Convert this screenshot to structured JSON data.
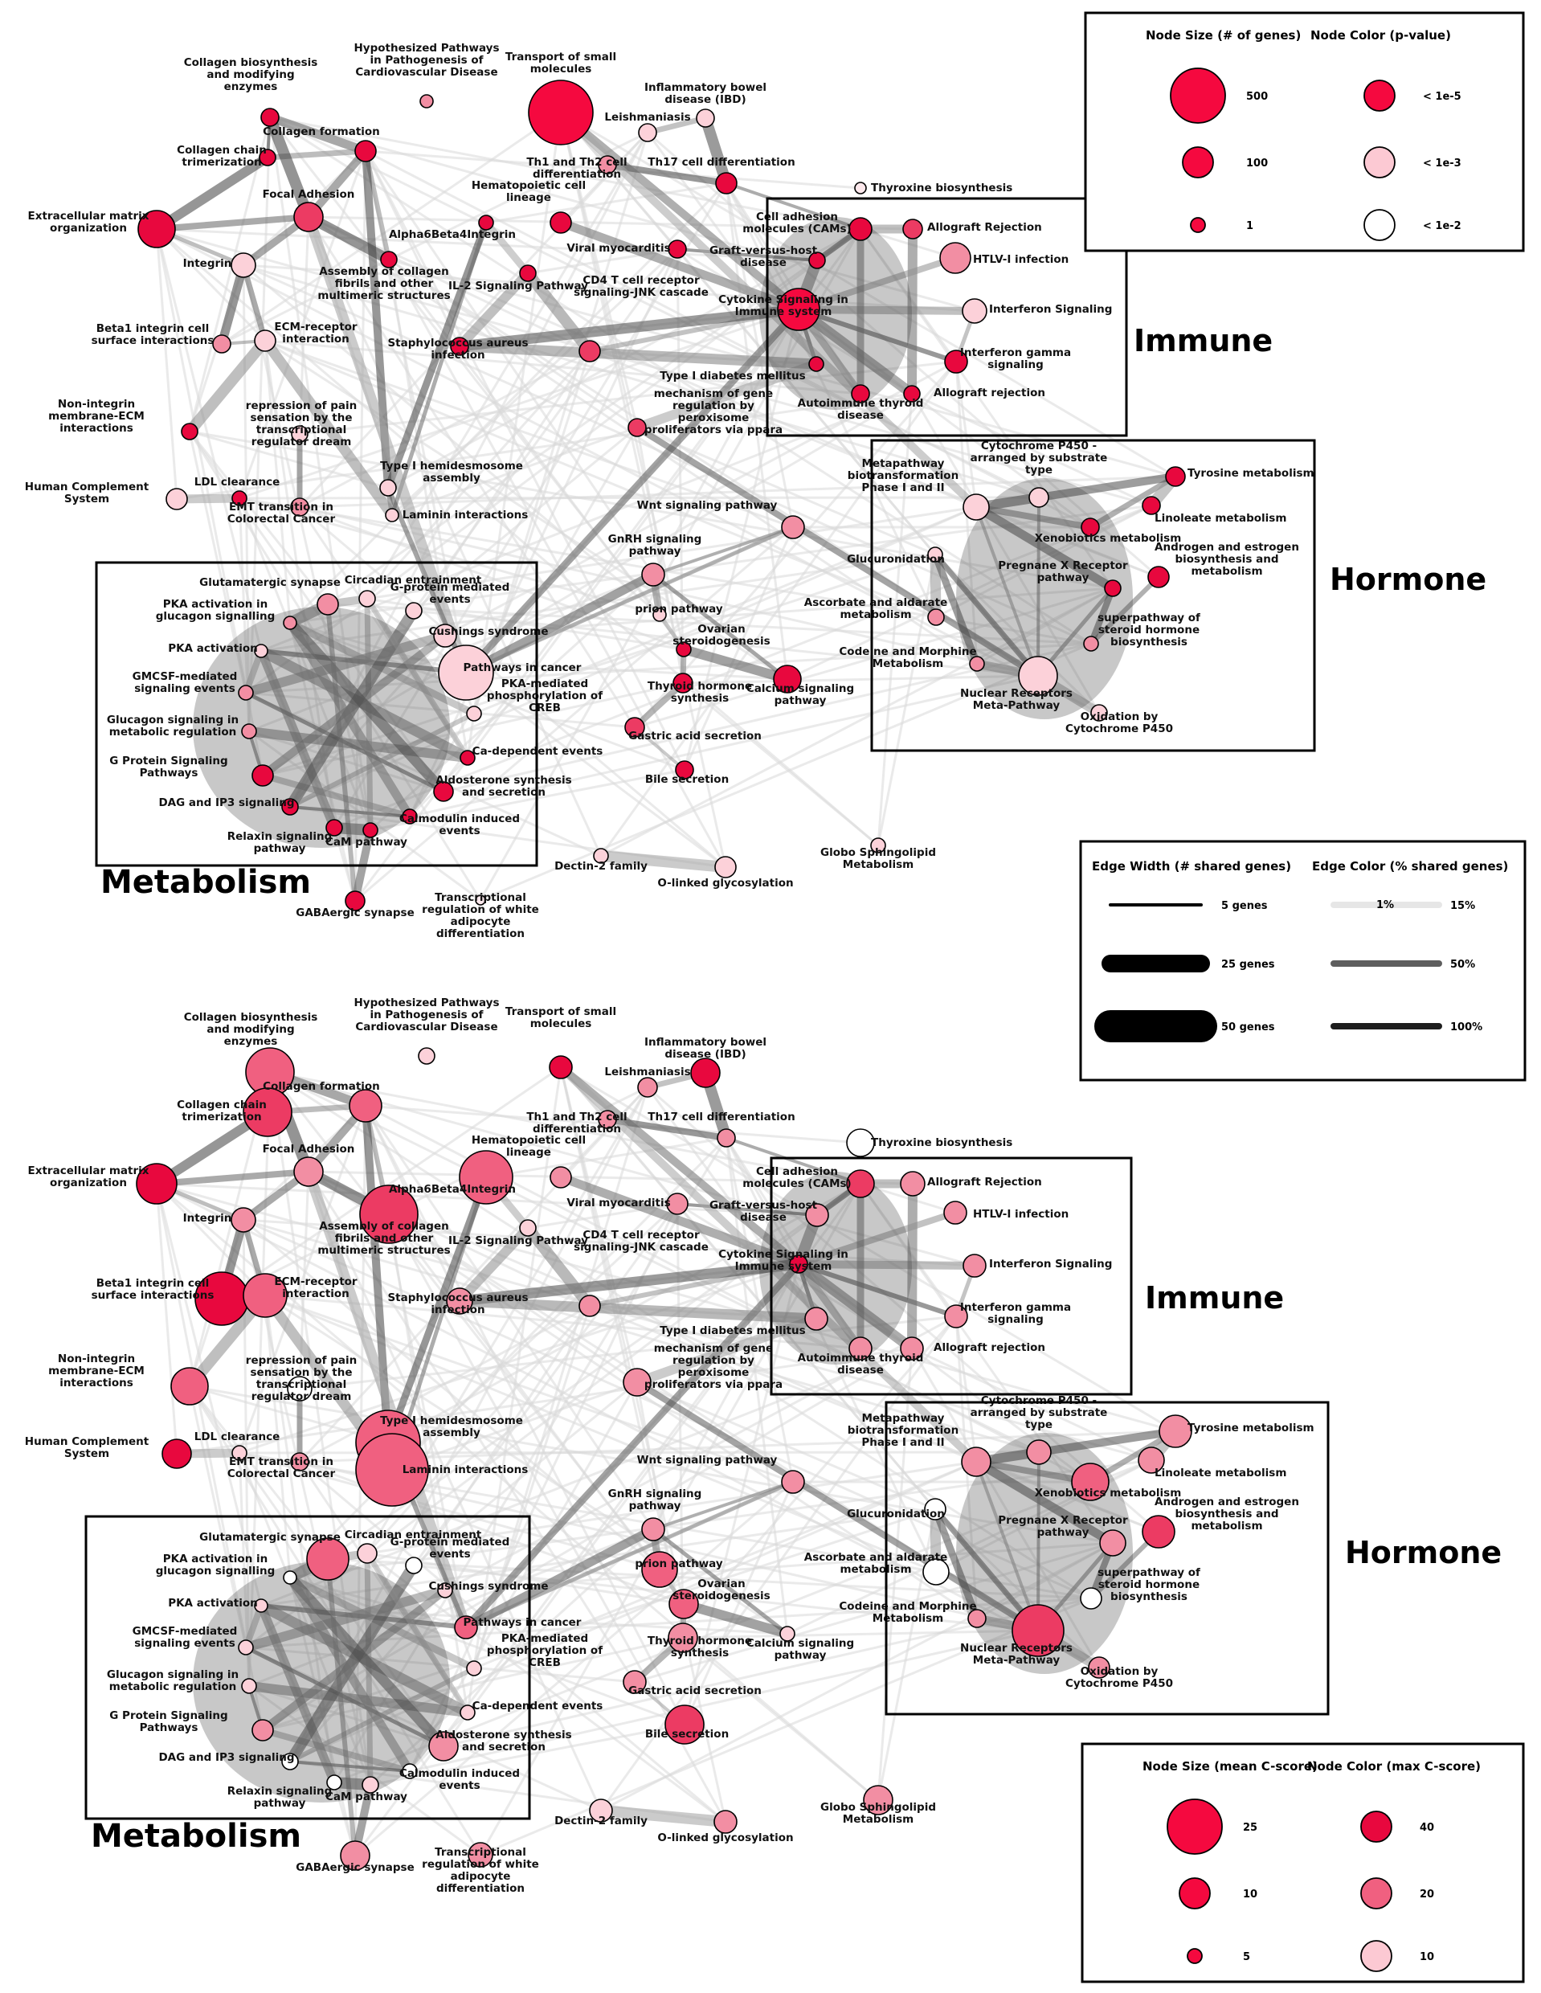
{
  "nodes": [
    {
      "key": "collagen_biosynth",
      "label": "Collagen biosynthesis\nand modifying\nenzymes"
    },
    {
      "key": "hypothesized",
      "label": "Hypothesized Pathways\nin Pathogenesis of\nCardiovascular Disease"
    },
    {
      "key": "transport",
      "label": "Transport of small\nmolecules"
    },
    {
      "key": "ibd",
      "label": "Inflammatory bowel\ndisease (IBD)"
    },
    {
      "key": "collagen_formation",
      "label": "Collagen formation"
    },
    {
      "key": "collagen_chain",
      "label": "Collagen chain\ntrimerization"
    },
    {
      "key": "leishmaniasis",
      "label": "Leishmaniasis"
    },
    {
      "key": "th1th2",
      "label": "Th1 and Th2 cell\ndifferentiation"
    },
    {
      "key": "th17",
      "label": "Th17 cell differentiation"
    },
    {
      "key": "thyroxine",
      "label": "Thyroxine biosynthesis"
    },
    {
      "key": "focal_adhesion",
      "label": "Focal Adhesion"
    },
    {
      "key": "hematopoietic",
      "label": "Hematopoietic cell\nlineage"
    },
    {
      "key": "ecm_org",
      "label": "Extracellular matrix\norganization"
    },
    {
      "key": "alpha6beta4",
      "label": "Alpha6Beta4Integrin"
    },
    {
      "key": "cams",
      "label": "Cell adhesion\nmolecules (CAMs)"
    },
    {
      "key": "allograft_rej1",
      "label": "Allograft Rejection"
    },
    {
      "key": "viral_myo",
      "label": "Viral myocarditis"
    },
    {
      "key": "gvhd",
      "label": "Graft-versus-host\ndisease"
    },
    {
      "key": "integrin",
      "label": "Integrin"
    },
    {
      "key": "htlv",
      "label": "HTLV-I infection"
    },
    {
      "key": "assembly_collagen",
      "label": "Assembly of collagen\nfibrils and other\nmultimeric structures"
    },
    {
      "key": "il2",
      "label": "IL-2 Signaling Pathway"
    },
    {
      "key": "cytokine",
      "label": "Cytokine Signaling in\nImmune system"
    },
    {
      "key": "interferon",
      "label": "Interferon Signaling"
    },
    {
      "key": "cd4",
      "label": "CD4 T cell receptor\nsignaling-JNK cascade"
    },
    {
      "key": "beta1",
      "label": "Beta1 integrin cell\nsurface interactions"
    },
    {
      "key": "ecm_receptor",
      "label": "ECM-receptor\ninteraction"
    },
    {
      "key": "staph",
      "label": "Staphylococcus aureus\ninfection"
    },
    {
      "key": "ifn_gamma",
      "label": "Interferon gamma\nsignaling"
    },
    {
      "key": "t1d",
      "label": "Type I diabetes mellitus"
    },
    {
      "key": "allograft_rej2",
      "label": "Allograft rejection"
    },
    {
      "key": "autoimmune_thyroid",
      "label": "Autoimmune thyroid\ndisease"
    },
    {
      "key": "non_integrin",
      "label": "Non-integrin\nmembrane-ECM\ninteractions"
    },
    {
      "key": "repression_pain",
      "label": "repression of pain\nsensation by the\ntranscriptional\nregulator dream"
    },
    {
      "key": "ppara",
      "label": "mechanism of gene\nregulation by\nperoxisome\nproliferators via ppara"
    },
    {
      "key": "human_complement",
      "label": "Human Complement\nSystem"
    },
    {
      "key": "ldl",
      "label": "LDL clearance"
    },
    {
      "key": "hemidesmosome",
      "label": "Type I hemidesmosome\nassembly"
    },
    {
      "key": "emt",
      "label": "EMT transition in\nColorectal Cancer"
    },
    {
      "key": "laminin",
      "label": "Laminin interactions"
    },
    {
      "key": "wnt",
      "label": "Wnt signaling pathway"
    },
    {
      "key": "cyp450_sub",
      "label": "Cytochrome P450 -\narranged by substrate\ntype"
    },
    {
      "key": "metapathway",
      "label": "Metapathway\nbiotransformation\nPhase I and II"
    },
    {
      "key": "tyrosine",
      "label": "Tyrosine metabolism"
    },
    {
      "key": "linoleate",
      "label": "Linoleate metabolism"
    },
    {
      "key": "xenobiotics",
      "label": "Xenobiotics metabolism"
    },
    {
      "key": "pxr",
      "label": "Pregnane X Receptor\npathway"
    },
    {
      "key": "androgen",
      "label": "Androgen and estrogen\nbiosynthesis and\nmetabolism"
    },
    {
      "key": "glucuronidation",
      "label": "Glucuronidation"
    },
    {
      "key": "ascorbate",
      "label": "Ascorbate and aldarate\nmetabolism"
    },
    {
      "key": "superpathway",
      "label": "superpathway of\nsteroid hormone\nbiosynthesis"
    },
    {
      "key": "codeine",
      "label": "Codeine and Morphine\nMetabolism"
    },
    {
      "key": "nuclear_rec",
      "label": "Nuclear Receptors\nMeta-Pathway"
    },
    {
      "key": "oxidation_cyp",
      "label": "Oxidation by\nCytochrome P450"
    },
    {
      "key": "gnrh",
      "label": "GnRH signaling\npathway"
    },
    {
      "key": "glutamatergic",
      "label": "Glutamatergic synapse"
    },
    {
      "key": "circadian",
      "label": "Circadian entrainment"
    },
    {
      "key": "gprotein_mediated",
      "label": "G-protein mediated\nevents"
    },
    {
      "key": "pka_glucagon",
      "label": "PKA activation in\nglucagon signalling"
    },
    {
      "key": "prion",
      "label": "prion pathway"
    },
    {
      "key": "cushings",
      "label": "Cushings syndrome"
    },
    {
      "key": "ovarian",
      "label": "Ovarian\nsteroidogenesis"
    },
    {
      "key": "pka_activation",
      "label": "PKA activation"
    },
    {
      "key": "pathways_cancer",
      "label": "Pathways in cancer"
    },
    {
      "key": "gmcsf",
      "label": "GMCSF-mediated\nsignaling events"
    },
    {
      "key": "pka_creb",
      "label": "PKA-mediated\nphosphorylation of\nCREB"
    },
    {
      "key": "thyroid_hormone",
      "label": "Thyroid hormone\nsynthesis"
    },
    {
      "key": "calcium",
      "label": "Calcium signaling\npathway"
    },
    {
      "key": "glucagon_metab",
      "label": "Glucagon signaling in\nmetabolic regulation"
    },
    {
      "key": "gastric",
      "label": "Gastric acid secretion"
    },
    {
      "key": "ca_dependent",
      "label": "Ca-dependent events"
    },
    {
      "key": "gprotein_pathways",
      "label": "G Protein Signaling\nPathways"
    },
    {
      "key": "bile",
      "label": "Bile secretion"
    },
    {
      "key": "aldosterone",
      "label": "Aldosterone synthesis\nand secretion"
    },
    {
      "key": "dag_ip3",
      "label": "DAG and IP3 signaling"
    },
    {
      "key": "calmodulin",
      "label": "Calmodulin induced\nevents"
    },
    {
      "key": "camp",
      "label": "CaM pathway"
    },
    {
      "key": "relaxin",
      "label": "Relaxin signaling\npathway"
    },
    {
      "key": "dectin2",
      "label": "Dectin-2 family"
    },
    {
      "key": "o_linked",
      "label": "O-linked glycosylation"
    },
    {
      "key": "globo",
      "label": "Globo Sphingolipid\nMetabolism"
    },
    {
      "key": "gabaergic",
      "label": "GABAergic synapse"
    },
    {
      "key": "transcriptional_adipocyte",
      "label": "Transcriptional\nregulation of white\nadipocyte\ndifferentiation"
    }
  ],
  "top_panel": {
    "node_colors": {
      "collagen_biosynth": "#e8083e",
      "hypothesized": "#f28ea3",
      "transport": "#f5093f",
      "ibd": "#fcd1d9",
      "collagen_formation": "#e8083e",
      "collagen_chain": "#e8083e",
      "leishmaniasis": "#fcd1d9",
      "th1th2": "#f28ea3",
      "th17": "#e8083e",
      "thyroxine": "#fde8ec",
      "focal_adhesion": "#ec3b63",
      "hematopoietic": "#e8083e",
      "ecm_org": "#e8083e",
      "alpha6beta4": "#e8083e",
      "cams": "#e8083e",
      "allograft_rej1": "#ec3b63",
      "viral_myo": "#e8083e",
      "gvhd": "#e8083e",
      "integrin": "#fcd1d9",
      "htlv": "#f28ea3",
      "assembly_collagen": "#e8083e",
      "il2": "#e8083e",
      "cytokine": "#f5093f",
      "interferon": "#fcd1d9",
      "cd4": "#ec3b63",
      "beta1": "#f28ea3",
      "ecm_receptor": "#fcd1d9",
      "staph": "#e8083e",
      "ifn_gamma": "#e8083e",
      "t1d": "#e8083e",
      "allograft_rej2": "#e8083e",
      "autoimmune_thyroid": "#e8083e",
      "non_integrin": "#e8083e",
      "repression_pain": "#fcd1d9",
      "ppara": "#ec3b63",
      "human_complement": "#fcd1d9",
      "ldl": "#e8083e",
      "hemidesmosome": "#fcd1d9",
      "emt": "#f28ea3",
      "laminin": "#fcd1d9",
      "wnt": "#f28ea3",
      "cyp450_sub": "#fcd1d9",
      "metapathway": "#fcd1d9",
      "tyrosine": "#e8083e",
      "linoleate": "#e8083e",
      "xenobiotics": "#e8083e",
      "pxr": "#e8083e",
      "androgen": "#e8083e",
      "glucuronidation": "#fcd1d9",
      "ascorbate": "#f28ea3",
      "superpathway": "#f28ea3",
      "codeine": "#f28ea3",
      "nuclear_rec": "#fcd1d9",
      "oxidation_cyp": "#fcd1d9",
      "gnrh": "#f28ea3",
      "glutamatergic": "#f28ea3",
      "circadian": "#fcd1d9",
      "gprotein_mediated": "#fcd1d9",
      "pka_glucagon": "#f28ea3",
      "prion": "#fcd1d9",
      "cushings": "#fcd1d9",
      "ovarian": "#e8083e",
      "pka_activation": "#fcd1d9",
      "pathways_cancer": "#fcd1d9",
      "gmcsf": "#f28ea3",
      "pka_creb": "#fcd1d9",
      "thyroid_hormone": "#e8083e",
      "calcium": "#e8083e",
      "glucagon_metab": "#f28ea3",
      "gastric": "#ec3b63",
      "ca_dependent": "#e8083e",
      "gprotein_pathways": "#e8083e",
      "bile": "#e8083e",
      "aldosterone": "#e8083e",
      "dag_ip3": "#e8083e",
      "calmodulin": "#e8083e",
      "camp": "#e8083e",
      "relaxin": "#e8083e",
      "dectin2": "#fcd1d9",
      "o_linked": "#fcd1d9",
      "globo": "#fcd1d9",
      "gabaergic": "#e8083e",
      "transcriptional_adipocyte": "#fde8ec"
    },
    "legend": {
      "size_title": "Node Size (# of genes)",
      "color_title": "Node Color (p-value)",
      "size_items": [
        "500",
        "100",
        "1"
      ],
      "color_items": [
        {
          "label": "< 1e-5",
          "color": "#f5093f"
        },
        {
          "label": "< 1e-3",
          "color": "#fcc9d3"
        },
        {
          "label": "< 1e-2",
          "color": "#ffffff"
        }
      ]
    },
    "regions": [
      "Immune",
      "Hormone",
      "Metabolism"
    ]
  },
  "bottom_panel": {
    "node_colors": {
      "collagen_biosynth": "#f06080",
      "hypothesized": "#fcd1d9",
      "transport": "#e8083e",
      "ibd": "#e8083e",
      "collagen_formation": "#f06080",
      "collagen_chain": "#ec3b63",
      "leishmaniasis": "#f28ea3",
      "th1th2": "#f28ea3",
      "th17": "#f28ea3",
      "thyroxine": "#ffffff",
      "focal_adhesion": "#f28ea3",
      "hematopoietic": "#f28ea3",
      "ecm_org": "#e8083e",
      "alpha6beta4": "#f06080",
      "cams": "#ec3b63",
      "allograft_rej1": "#f28ea3",
      "viral_myo": "#f28ea3",
      "gvhd": "#f28ea3",
      "integrin": "#f28ea3",
      "htlv": "#f28ea3",
      "assembly_collagen": "#ec3b63",
      "il2": "#fcd1d9",
      "cytokine": "#e8083e",
      "interferon": "#f28ea3",
      "cd4": "#f28ea3",
      "beta1": "#e8083e",
      "ecm_receptor": "#f06080",
      "staph": "#f28ea3",
      "ifn_gamma": "#f28ea3",
      "t1d": "#f28ea3",
      "allograft_rej2": "#f28ea3",
      "autoimmune_thyroid": "#f28ea3",
      "non_integrin": "#f06080",
      "repression_pain": "#ffffff",
      "ppara": "#f28ea3",
      "human_complement": "#e8083e",
      "ldl": "#fcd1d9",
      "hemidesmosome": "#f06080",
      "emt": "#f28ea3",
      "laminin": "#f06080",
      "wnt": "#f28ea3",
      "cyp450_sub": "#f28ea3",
      "metapathway": "#f28ea3",
      "tyrosine": "#f28ea3",
      "linoleate": "#f28ea3",
      "xenobiotics": "#f06080",
      "pxr": "#f28ea3",
      "androgen": "#ec3b63",
      "glucuronidation": "#ffffff",
      "ascorbate": "#ffffff",
      "superpathway": "#ffffff",
      "codeine": "#f28ea3",
      "nuclear_rec": "#ec3b63",
      "oxidation_cyp": "#f28ea3",
      "gnrh": "#f28ea3",
      "glutamatergic": "#f06080",
      "circadian": "#fcd1d9",
      "gprotein_mediated": "#ffffff",
      "pka_glucagon": "#ffffff",
      "prion": "#f06080",
      "cushings": "#fcd1d9",
      "ovarian": "#f06080",
      "pka_activation": "#fcd1d9",
      "pathways_cancer": "#f06080",
      "gmcsf": "#fcd1d9",
      "pka_creb": "#fcd1d9",
      "thyroid_hormone": "#f28ea3",
      "calcium": "#fcd1d9",
      "glucagon_metab": "#fcd1d9",
      "gastric": "#f28ea3",
      "ca_dependent": "#fcd1d9",
      "gprotein_pathways": "#f28ea3",
      "bile": "#ec3b63",
      "aldosterone": "#f28ea3",
      "dag_ip3": "#ffffff",
      "calmodulin": "#ffffff",
      "camp": "#ffffff",
      "relaxin": "#fcd1d9",
      "dectin2": "#fcd1d9",
      "o_linked": "#f28ea3",
      "globo": "#f28ea3",
      "gabaergic": "#f28ea3",
      "transcriptional_adipocyte": "#f28ea3"
    },
    "legend": {
      "size_title": "Node Size (mean C-score)",
      "color_title": "Node Color (max C-score)",
      "size_items": [
        "25",
        "10",
        "5"
      ],
      "color_items": [
        {
          "label": "40",
          "color": "#e8083e"
        },
        {
          "label": "20",
          "color": "#f06080"
        },
        {
          "label": "10",
          "color": "#fcc9d3"
        }
      ]
    },
    "regions": [
      "Immune",
      "Hormone",
      "Metabolism"
    ]
  },
  "edge_legend": {
    "width_title": "Edge Width (# shared genes)",
    "color_title": "Edge Color (% shared genes)",
    "width_items": [
      "5 genes",
      "25 genes",
      "50 genes"
    ],
    "color_items": [
      "1%",
      "15%",
      "50%",
      "100%"
    ]
  },
  "edge_pairs": [
    [
      "collagen_biosynth",
      "collagen_chain"
    ],
    [
      "collagen_biosynth",
      "collagen_formation"
    ],
    [
      "collagen_chain",
      "collagen_formation"
    ],
    [
      "collagen_biosynth",
      "focal_adhesion"
    ],
    [
      "collagen_formation",
      "focal_adhesion"
    ],
    [
      "collagen_formation",
      "assembly_collagen"
    ],
    [
      "focal_adhesion",
      "assembly_collagen"
    ],
    [
      "integrin",
      "focal_adhesion"
    ],
    [
      "integrin",
      "ecm_org"
    ],
    [
      "ecm_org",
      "collagen_chain"
    ],
    [
      "ecm_org",
      "focal_adhesion"
    ],
    [
      "beta1",
      "ecm_receptor"
    ],
    [
      "beta1",
      "integrin"
    ],
    [
      "ecm_receptor",
      "integrin"
    ],
    [
      "non_integrin",
      "ecm_receptor"
    ],
    [
      "collagen_formation",
      "hemidesmosome"
    ],
    [
      "laminin",
      "hemidesmosome"
    ],
    [
      "laminin",
      "ecm_receptor"
    ],
    [
      "alpha6beta4",
      "hemidesmosome"
    ],
    [
      "alpha6beta4",
      "laminin"
    ],
    [
      "il2",
      "staph"
    ],
    [
      "th1th2",
      "th17"
    ],
    [
      "th17",
      "cams"
    ],
    [
      "cams",
      "allograft_rej1"
    ],
    [
      "cams",
      "gvhd"
    ],
    [
      "gvhd",
      "cytokine"
    ],
    [
      "cytokine",
      "interferon"
    ],
    [
      "cytokine",
      "ifn_gamma"
    ],
    [
      "cytokine",
      "allograft_rej2"
    ],
    [
      "cytokine",
      "autoimmune_thyroid"
    ],
    [
      "cytokine",
      "t1d"
    ],
    [
      "allograft_rej1",
      "allograft_rej2"
    ],
    [
      "htlv",
      "cytokine"
    ],
    [
      "viral_myo",
      "gvhd"
    ],
    [
      "hematopoietic",
      "cytokine"
    ],
    [
      "leishmaniasis",
      "ibd"
    ],
    [
      "ibd",
      "th17"
    ],
    [
      "transport",
      "cytokine"
    ],
    [
      "cd4",
      "cytokine"
    ],
    [
      "staph",
      "cytokine"
    ],
    [
      "cams",
      "autoimmune_thyroid"
    ],
    [
      "interferon",
      "ifn_gamma"
    ],
    [
      "cyp450_sub",
      "metapathway"
    ],
    [
      "metapathway",
      "xenobiotics"
    ],
    [
      "metapathway",
      "nuclear_rec"
    ],
    [
      "metapathway",
      "pxr"
    ],
    [
      "xenobiotics",
      "tyrosine"
    ],
    [
      "tyrosine",
      "linoleate"
    ],
    [
      "tyrosine",
      "cyp450_sub"
    ],
    [
      "androgen",
      "superpathway"
    ],
    [
      "glucuronidation",
      "ascorbate"
    ],
    [
      "glucuronidation",
      "codeine"
    ],
    [
      "nuclear_rec",
      "pxr"
    ],
    [
      "nuclear_rec",
      "oxidation_cyp"
    ],
    [
      "pxr",
      "superpathway"
    ],
    [
      "cyp450_sub",
      "nuclear_rec"
    ],
    [
      "codeine",
      "nuclear_rec"
    ],
    [
      "glucuronidation",
      "nuclear_rec"
    ],
    [
      "glutamatergic",
      "pka_glucagon"
    ],
    [
      "glutamatergic",
      "circadian"
    ],
    [
      "pka_activation",
      "pathways_cancer"
    ],
    [
      "pka_activation",
      "ca_dependent"
    ],
    [
      "pka_glucagon",
      "pka_creb"
    ],
    [
      "gmcsf",
      "aldosterone"
    ],
    [
      "glucagon_metab",
      "ca_dependent"
    ],
    [
      "gprotein_pathways",
      "calmodulin"
    ],
    [
      "dag_ip3",
      "calmodulin"
    ],
    [
      "camp",
      "pka_activation"
    ],
    [
      "relaxin",
      "circadian"
    ],
    [
      "gprotein_mediated",
      "dag_ip3"
    ],
    [
      "cushings",
      "gprotein_pathways"
    ],
    [
      "pka_creb",
      "dag_ip3"
    ],
    [
      "aldosterone",
      "pka_glucagon"
    ],
    [
      "gnrh",
      "prion"
    ],
    [
      "prion",
      "ovarian"
    ],
    [
      "ovarian",
      "calcium"
    ],
    [
      "thyroid_hormone",
      "gastric"
    ],
    [
      "gastric",
      "bile"
    ],
    [
      "gnrh",
      "pathways_cancer"
    ],
    [
      "ovarian",
      "thyroid_hormone"
    ],
    [
      "dectin2",
      "o_linked"
    ],
    [
      "gabaergic",
      "relaxin"
    ],
    [
      "gabaergic",
      "glutamatergic"
    ],
    [
      "pathways_cancer",
      "focal_adhesion"
    ],
    [
      "pathways_cancer",
      "cytokine"
    ],
    [
      "wnt",
      "pathways_cancer"
    ],
    [
      "ppara",
      "t1d"
    ],
    [
      "ppara",
      "nuclear_rec"
    ],
    [
      "wnt",
      "gnrh"
    ],
    [
      "human_complement",
      "ldl"
    ],
    [
      "repression_pain",
      "emt"
    ],
    [
      "il2",
      "cd4"
    ],
    [
      "transport",
      "metapathway"
    ],
    [
      "hemidesmosome",
      "pathways_cancer"
    ],
    [
      "staph",
      "t1d"
    ],
    [
      "il2",
      "alpha6beta4"
    ],
    [
      "calcium",
      "gnrh"
    ],
    [
      "gmcsf",
      "cushings"
    ],
    [
      "pka_activation",
      "gmcsf"
    ],
    [
      "glucagon_metab",
      "gprotein_pathways"
    ],
    [
      "pka_glucagon",
      "calmodulin"
    ],
    [
      "circadian",
      "ca_dependent"
    ],
    [
      "relaxin",
      "camp"
    ]
  ]
}
